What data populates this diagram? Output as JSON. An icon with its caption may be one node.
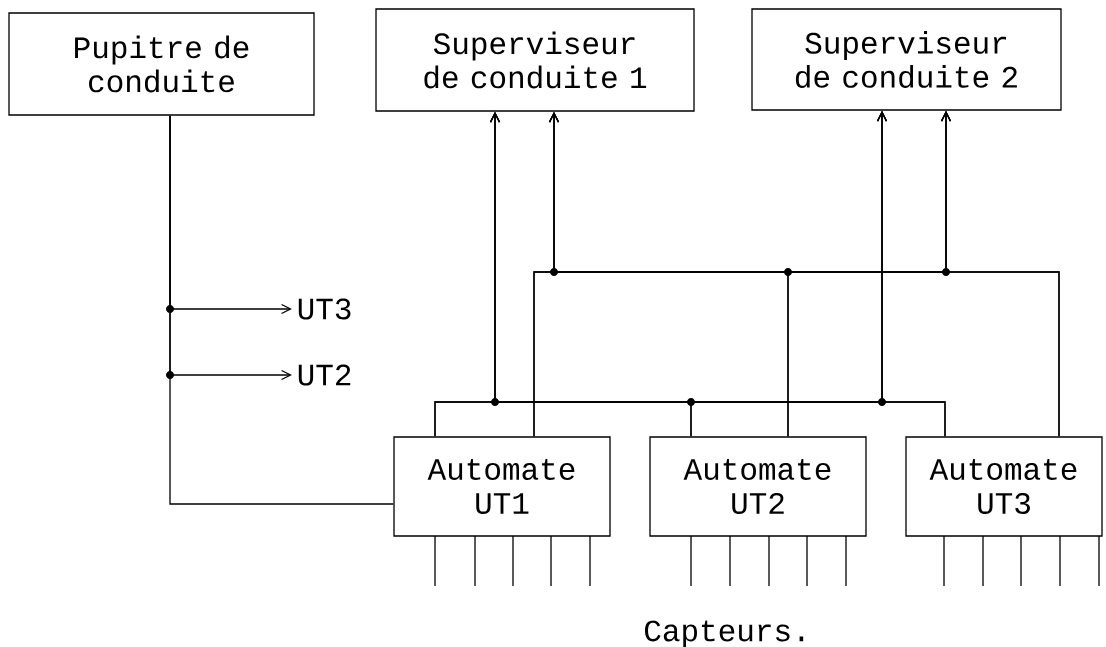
{
  "diagram": {
    "nodes": [
      {
        "text": [
          "Pupitre de conduite"
        ]
      },
      {
        "text": [
          "Superviseur de conduite 1"
        ]
      },
      {
        "text": [
          "Superviseur de conduite 2"
        ]
      },
      {
        "text": [
          "UT3"
        ]
      },
      {
        "text": [
          "UT2"
        ]
      },
      {
        "text": [
          "Automate UT1"
        ]
      },
      {
        "text": [
          "Automate UT2"
        ]
      },
      {
        "text": [
          "Automate UT3"
        ]
      }
    ],
    "edges": [
      {
        "from": 0,
        "to": 5,
        "arrow": "none"
      },
      {
        "from": 0,
        "to": 3,
        "arrow": "to"
      },
      {
        "from": 0,
        "to": 4,
        "arrow": "to"
      },
      {
        "from": 5,
        "to": 1,
        "arrow": "to"
      },
      {
        "from": 6,
        "to": 1,
        "arrow": "to"
      },
      {
        "from": 7,
        "to": 1,
        "arrow": "to"
      },
      {
        "from": 5,
        "to": 2,
        "arrow": "to"
      },
      {
        "from": 6,
        "to": 2,
        "arrow": "to"
      },
      {
        "from": 7,
        "to": 2,
        "arrow": "to"
      },
      {
        "from": 5,
        "to": 1,
        "arrow": "to"
      },
      {
        "from": 6,
        "to": 1,
        "arrow": "to"
      },
      {
        "from": 7,
        "to": 1,
        "arrow": "to"
      },
      {
        "from": 5,
        "to": 2,
        "arrow": "to"
      },
      {
        "from": 6,
        "to": 2,
        "arrow": "to"
      },
      {
        "from": 7,
        "to": 2,
        "arrow": "to"
      }
    ],
    "labels": [
      "Capteurs."
    ]
  }
}
